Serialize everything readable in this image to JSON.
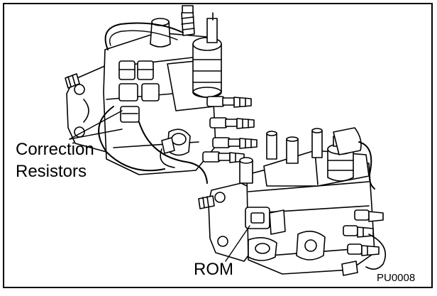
{
  "labels": {
    "correction_line1": "Correction",
    "correction_line2": "Resistors",
    "rom": "ROM",
    "figure_code": "PU0008"
  },
  "colors": {
    "ink": "#000000",
    "paper": "#ffffff"
  }
}
